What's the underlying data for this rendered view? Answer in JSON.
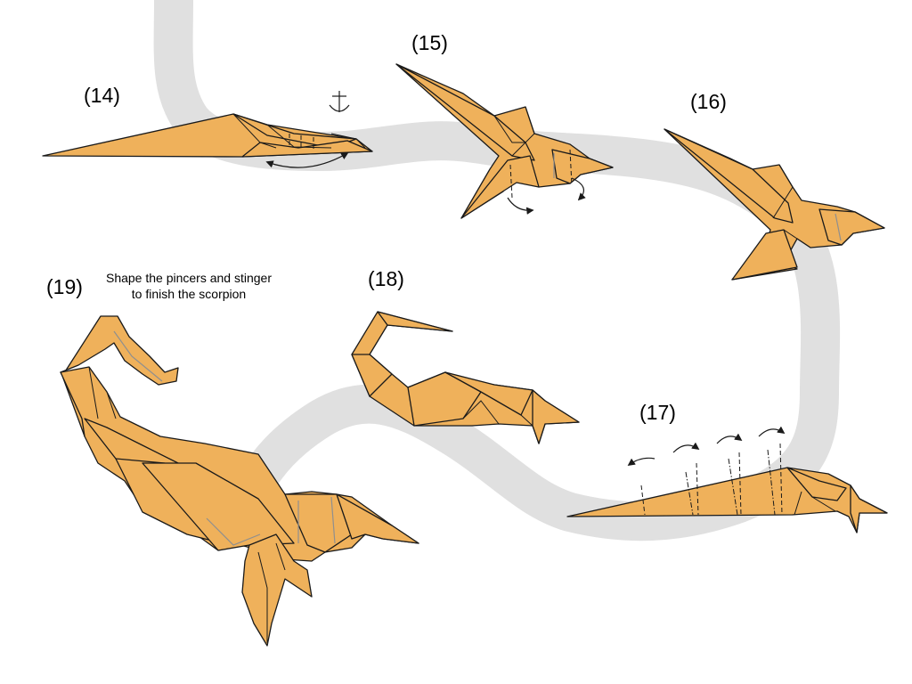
{
  "steps": [
    {
      "label": "(14)"
    },
    {
      "label": "(15)"
    },
    {
      "label": "(16)"
    },
    {
      "label": "(17)"
    },
    {
      "label": "(18)"
    },
    {
      "label": "(19)"
    }
  ],
  "caption": {
    "line1": "Shape the pincers and stinger",
    "line2": "to finish the scorpion"
  },
  "colors": {
    "paper": "#efb15b",
    "outline": "#1a1a1a",
    "path_band": "#e0e0e0",
    "crease_grey": "#8f8f8f",
    "background": "#ffffff"
  },
  "icons": {
    "step14_symbol": "push-fold-symbol-icon",
    "arrows": "fold-arrow-icon"
  }
}
